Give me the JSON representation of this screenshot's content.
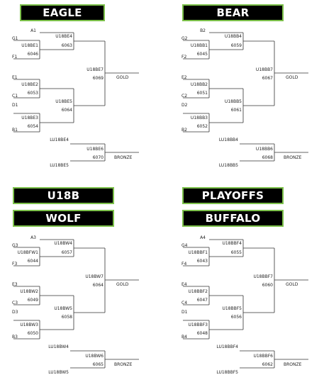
{
  "titles": {
    "eagle": "EAGLE",
    "bear": "BEAR",
    "u18b": "U18B",
    "playoffs": "PLAYOFFS",
    "wolf": "WOLF",
    "buffalo": "BUFFALO"
  },
  "eagle": {
    "seed_top": "A1",
    "seed_a": "G1",
    "seed_b": "F1",
    "seed_c": "E1",
    "seed_d": "C1",
    "seed_e": "D1",
    "seed_f": "B1",
    "qf1_name": "U18BE1",
    "qf1_game": "6046",
    "sf1_name": "U18BE4",
    "sf1_game": "6063",
    "qf2_name": "U18BE2",
    "qf2_game": "6053",
    "qf3_name": "U18BE3",
    "qf3_game": "6054",
    "sf2_name": "U18BE5",
    "sf2_game": "6064",
    "final_name": "U18BE7",
    "final_game": "6069",
    "final_result": "GOLD",
    "bronze_top": "LU18BE4",
    "bronze_bottom": "LU18BE5",
    "bronze_name": "U18BE6",
    "bronze_game": "6070",
    "bronze_result": "BRONZE"
  },
  "bear": {
    "seed_top": "B2",
    "seed_a": "G2",
    "seed_b": "F2",
    "seed_c": "E2",
    "seed_d": "C2",
    "seed_e": "D2",
    "seed_f": "B2",
    "qf1_name": "U18BB1",
    "qf1_game": "6045",
    "sf1_name": "U18BB4",
    "sf1_game": "6059",
    "qf2_name": "U18BB2",
    "qf2_game": "6051",
    "qf3_name": "U18BB3",
    "qf3_game": "6052",
    "sf2_name": "U18BB5",
    "sf2_game": "6061",
    "final_name": "U18BB7",
    "final_game": "6067",
    "final_result": "GOLD",
    "bronze_top": "LU18BB4",
    "bronze_bottom": "LU18BB5",
    "bronze_name": "U18BB6",
    "bronze_game": "6068",
    "bronze_result": "BRONZE"
  },
  "wolf": {
    "seed_top": "A3",
    "seed_a": "G3",
    "seed_b": "F3",
    "seed_c": "E3",
    "seed_d": "C3",
    "seed_e": "D3",
    "seed_f": "B3",
    "qf1_name": "U18BFW1",
    "qf1_game": "6044",
    "sf1_name": "U18BW4",
    "sf1_game": "6057",
    "qf2_name": "U18BW2",
    "qf2_game": "6049",
    "qf3_name": "U18BW3",
    "qf3_game": "6050",
    "sf2_name": "U18BW5",
    "sf2_game": "6058",
    "final_name": "U18BW7",
    "final_game": "6064",
    "final_result": "GOLD",
    "bronze_top": "LU18BW4",
    "bronze_bottom": "LU18BW5",
    "bronze_name": "U18BW6",
    "bronze_game": "6065",
    "bronze_result": "BRONZE"
  },
  "buffalo": {
    "seed_top": "A4",
    "seed_a": "G4",
    "seed_b": "F4",
    "seed_c": "E4",
    "seed_d": "C4",
    "seed_e": "D1",
    "seed_f": "B4",
    "qf1_name": "U18BBF1",
    "qf1_game": "6043",
    "sf1_name": "U18BBF4",
    "sf1_game": "6055",
    "qf2_name": "U18BBF2",
    "qf2_game": "6047",
    "qf3_name": "U18BBF3",
    "qf3_game": "6048",
    "sf2_name": "U18BBF5",
    "sf2_game": "6056",
    "final_name": "U18BBF7",
    "final_game": "6060",
    "final_result": "GOLD",
    "bronze_top": "LU18BBF4",
    "bronze_bottom": "LU18BBF5",
    "bronze_name": "U18BBF6",
    "bronze_game": "6062",
    "bronze_result": "BRONZE"
  }
}
